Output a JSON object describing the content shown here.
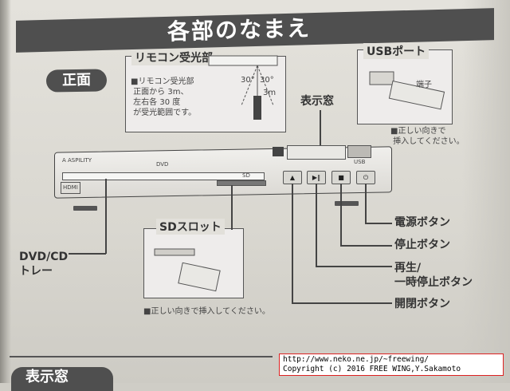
{
  "page_title": "各部のなまえ",
  "section_label": "正面",
  "remote_box": {
    "title": "リモコン受光部",
    "note": "■リモコン受光部\n 正面から 3m、\n 左右各 30 度\n が受光範囲です。",
    "angle_left": "30°",
    "angle_right": "30°",
    "distance": "3m"
  },
  "usb_box": {
    "title": "USBポート",
    "terminal_label": "端子",
    "note": "■正しい向きで\n 挿入してください。"
  },
  "display_window_label": "表示窓",
  "player": {
    "brand": "A ASPILITY",
    "dvd_logo": "DVD",
    "hdmi_badge": "HDMI",
    "sd_badge": "SD",
    "usb_badge": "USB"
  },
  "sd_box": {
    "title": "SDスロット",
    "note": "■正しい向きで挿入してください。"
  },
  "tray_label": "DVD/CD\nトレー",
  "button_labels": {
    "power": "電源ボタン",
    "stop": "停止ボタン",
    "play_pause": "再生/\n一時停止ボタン",
    "open_close": "開閉ボタン"
  },
  "bottom_section_label": "表示窓",
  "copyright": {
    "url": "http://www.neko.ne.jp/~freewing/",
    "text": "Copyright (c) 2016 FREE WING,Y.Sakamoto"
  }
}
